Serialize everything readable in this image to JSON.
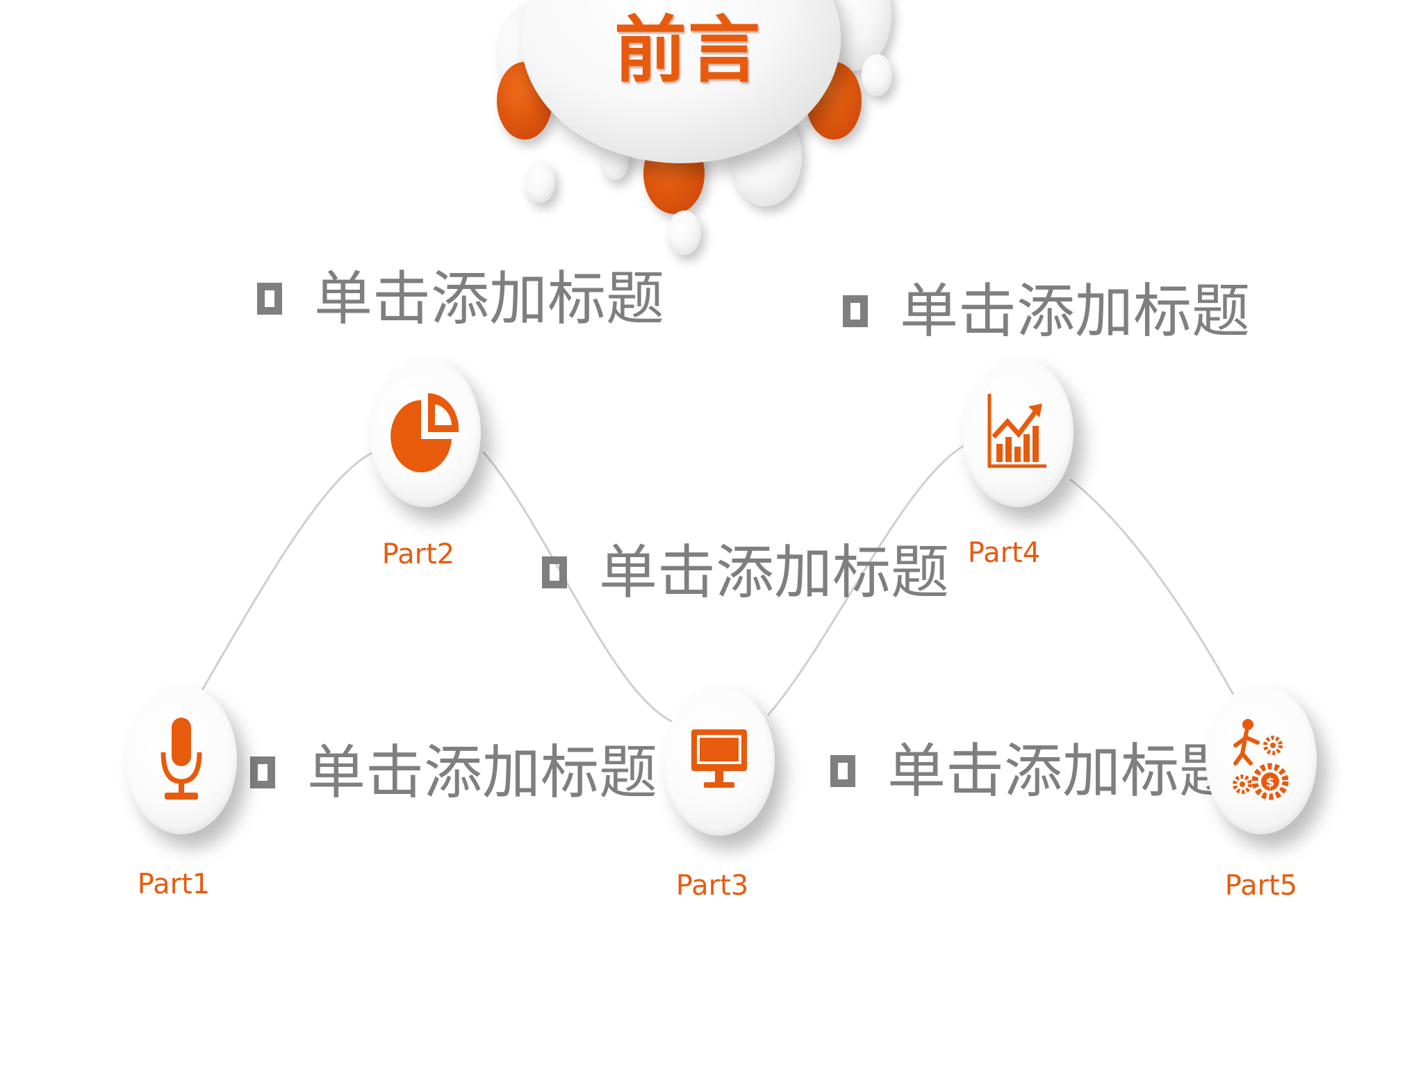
{
  "slide": {
    "title": "前言",
    "accent_color": "#e85a0c",
    "text_color": "#7f7f7f",
    "headings": [
      {
        "label": "单击添加标题"
      },
      {
        "label": "单击添加标题"
      },
      {
        "label": "单击添加标题"
      },
      {
        "label": "单击添加标题"
      },
      {
        "label": "单击添加标题"
      }
    ],
    "parts": [
      {
        "label": "Part1",
        "icon": "microphone-icon"
      },
      {
        "label": "Part2",
        "icon": "pie-chart-icon"
      },
      {
        "label": "Part3",
        "icon": "monitor-icon"
      },
      {
        "label": "Part4",
        "icon": "growth-chart-icon"
      },
      {
        "label": "Part5",
        "icon": "person-gears-icon"
      }
    ]
  }
}
